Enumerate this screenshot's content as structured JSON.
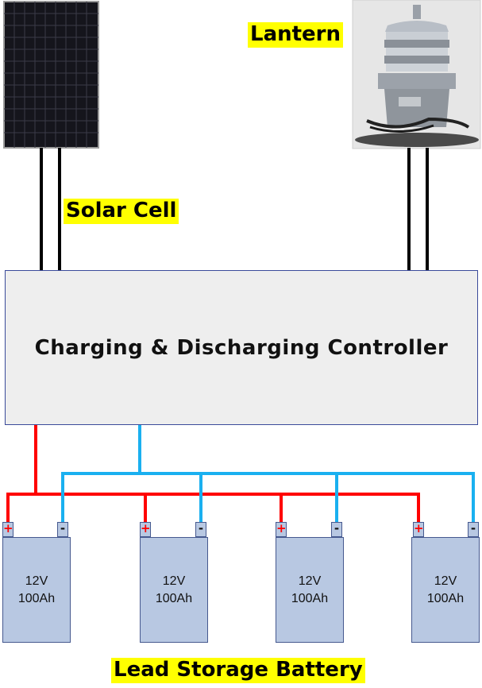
{
  "labels": {
    "lantern": "Lantern",
    "solar_cell": "Solar Cell",
    "controller": "Charging & Discharging Controller",
    "battery_bank": "Lead Storage Battery"
  },
  "batteries": [
    {
      "voltage": "12V",
      "capacity": "100Ah",
      "pos": "+",
      "neg": "-"
    },
    {
      "voltage": "12V",
      "capacity": "100Ah",
      "pos": "+",
      "neg": "-"
    },
    {
      "voltage": "12V",
      "capacity": "100Ah",
      "pos": "+",
      "neg": "-"
    },
    {
      "voltage": "12V",
      "capacity": "100Ah",
      "pos": "+",
      "neg": "-"
    }
  ],
  "colors": {
    "positive_wire": "#ff0000",
    "negative_wire": "#1ab0f0",
    "panel_cable": "#000000",
    "label_highlight": "#ffff00"
  }
}
